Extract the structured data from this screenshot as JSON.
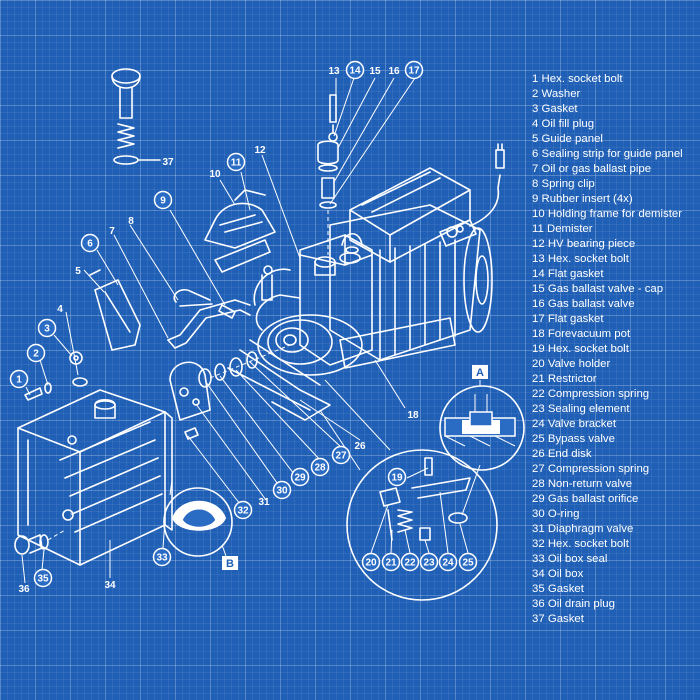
{
  "legend": [
    "1 Hex. socket bolt",
    "2 Washer",
    "3 Gasket",
    "4 Oil fill plug",
    "5 Guide panel",
    "6 Sealing strip for guide panel",
    "7 Oil or gas ballast pipe",
    "8 Spring clip",
    "9 Rubber insert (4x)",
    "10 Holding frame for demister",
    "11 Demister",
    "12 HV bearing piece",
    "13 Hex. socket bolt",
    "14 Flat gasket",
    "15 Gas ballast valve - cap",
    "16 Gas ballast valve",
    "17 Flat gasket",
    "18 Forevacuum pot",
    "19 Hex. socket bolt",
    "20 Valve holder",
    "21 Restrictor",
    "22 Compression spring",
    "23 Sealing element",
    "24 Valve bracket",
    "25 Bypass valve",
    "26 End disk",
    "27 Compression spring",
    "28 Non-return valve",
    "29 Gas ballast orifice",
    "30 O-ring",
    "31 Diaphragm valve",
    "32 Hex. socket bolt",
    "33 Oil box seal",
    "34 Oil box",
    "35 Gasket",
    "36 Oil drain plug",
    "37 Gasket"
  ],
  "callouts": {
    "c1": "1",
    "c2": "2",
    "c3": "3",
    "c6": "6",
    "c9": "9",
    "c11": "11",
    "c14": "14",
    "c17": "17",
    "c19": "19",
    "c20": "20",
    "c21": "21",
    "c22": "22",
    "c23": "23",
    "c24": "24",
    "c25": "25",
    "c27": "27",
    "c28": "28",
    "c29": "29",
    "c30": "30",
    "c32": "32",
    "c33": "33",
    "c35": "35"
  },
  "plain_labels": {
    "p4": "4",
    "p5": "5",
    "p7": "7",
    "p8": "8",
    "p10": "10",
    "p12": "12",
    "p13": "13",
    "p15": "15",
    "p16": "16",
    "p18": "18",
    "p26": "26",
    "p31": "31",
    "p34": "34",
    "p36": "36",
    "p37": "37"
  },
  "detail_tags": {
    "a": "A",
    "b": "B"
  }
}
